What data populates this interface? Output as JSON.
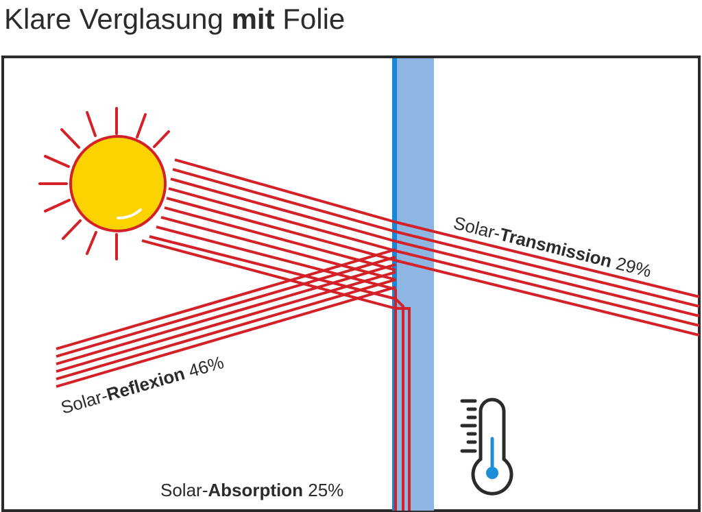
{
  "title": {
    "pre": "Klare Verglasung ",
    "bold": "mit",
    "post": " Folie"
  },
  "labels": {
    "transmission": {
      "pre": "Solar-",
      "bold": "Transmission",
      "post": " 29%"
    },
    "reflexion": {
      "pre": "Solar-",
      "bold": "Reflexion",
      "post": " 46%"
    },
    "absorption": {
      "pre": "Solar-",
      "bold": "Absorption",
      "post": " 25%"
    }
  },
  "icons": [
    "sun-icon",
    "thermometer-icon"
  ],
  "colors": {
    "ray": "#d42127",
    "film": "#1687d9",
    "glass": "#8db6e2",
    "frame": "#2b2b2b",
    "sun": "#fcd200",
    "sun_shade": "#f4ab00",
    "sun_outline": "#d42127",
    "thermo_fluid": "#1f8ed8"
  }
}
